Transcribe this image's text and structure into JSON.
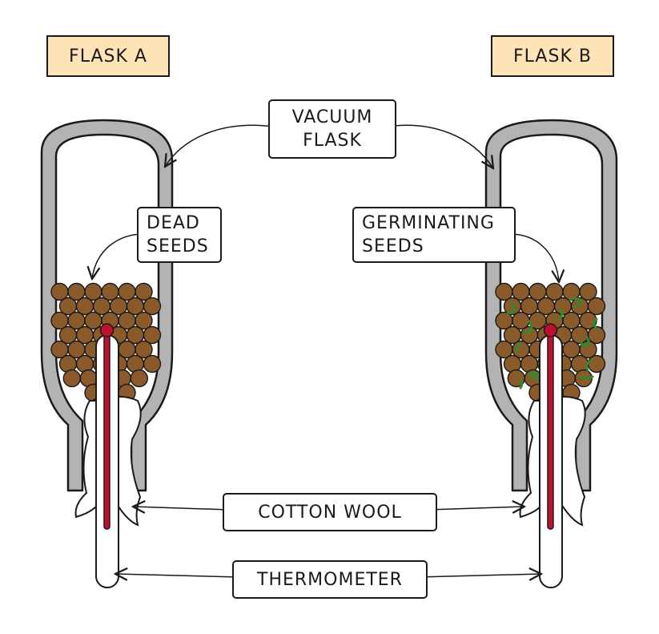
{
  "flask_a": {
    "title": "FLASK A",
    "seed_label": "DEAD\nSEEDS"
  },
  "flask_b": {
    "title": "FLASK B",
    "seed_label": "GERMINATING\nSEEDS"
  },
  "labels": {
    "vacuum_flask": "VACUUM\nFLASK",
    "cotton_wool": "COTTON WOOL",
    "thermometer": "THERMOMETER"
  },
  "colors": {
    "title_fill": "#fde3b6",
    "flask_wall": "#b3b3b3",
    "seed": "#8b5a2b",
    "seed_dark": "#6b3f18",
    "sprout": "#2e8b2e",
    "thermometer_liquid": "#c0102e",
    "outline": "#1a1a1a"
  }
}
